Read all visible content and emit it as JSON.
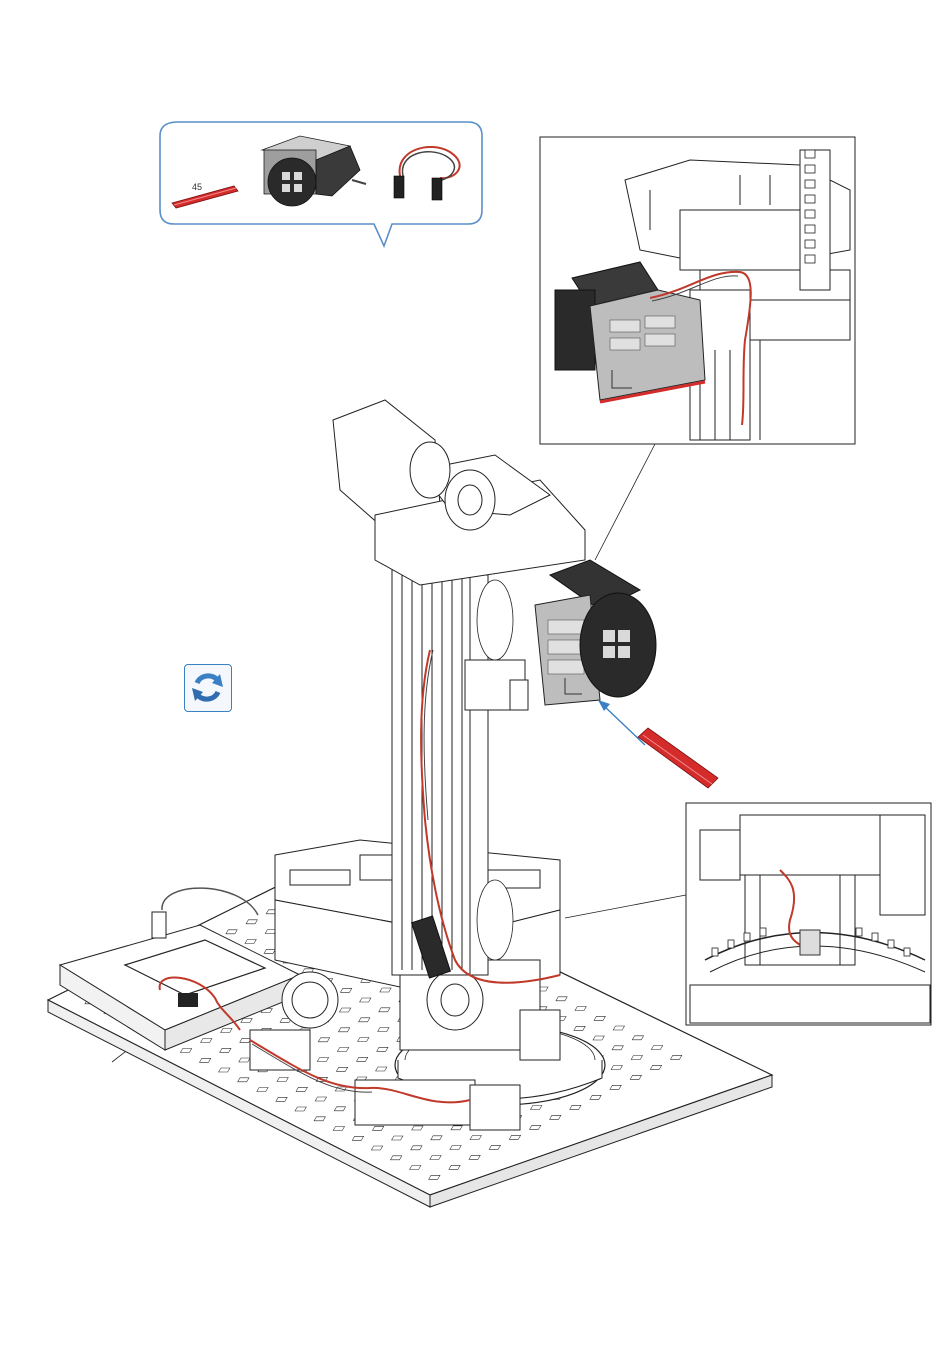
{
  "parts_callout": {
    "strut_length_label": "45",
    "items": [
      {
        "name": "red-strut-45",
        "color": "#d42b2b"
      },
      {
        "name": "servo-motor",
        "color": "#2b2b2b"
      },
      {
        "name": "servo-cable",
        "color": "#c0392b"
      }
    ],
    "border_color": "#5a8fc8",
    "fill_color": "#ffffff"
  },
  "rotate_icon": {
    "name": "rotate-model-icon",
    "color": "#3b7fc4"
  },
  "colors": {
    "line": "#1a1a1a",
    "servo_dark": "#2e2e2e",
    "servo_light": "#bdbdbd",
    "red_part": "#d42b2b",
    "arrow": "#3b7fc4"
  }
}
